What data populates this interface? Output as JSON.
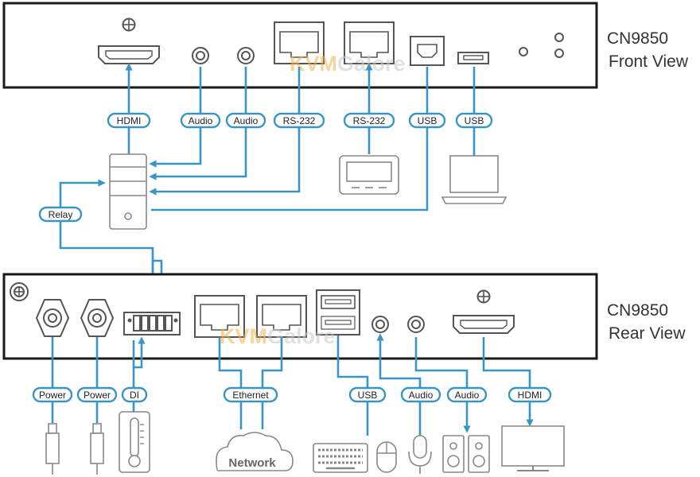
{
  "front": {
    "model": "CN9850",
    "view": "Front View",
    "labels": {
      "hdmi": "HDMI",
      "audio1": "Audio",
      "audio2": "Audio",
      "rs232_1": "RS-232",
      "rs232_2": "RS-232",
      "usb1": "USB",
      "usb2": "USB",
      "relay": "Relay"
    }
  },
  "rear": {
    "model": "CN9850",
    "view": "Rear View",
    "labels": {
      "power1": "Power",
      "power2": "Power",
      "di": "DI",
      "ethernet": "Ethernet",
      "usb": "USB",
      "audio1": "Audio",
      "audio2": "Audio",
      "hdmi": "HDMI"
    },
    "network": "Network"
  },
  "watermark": {
    "kvm": "KVM",
    "galore": "Galore"
  },
  "colors": {
    "link": "#3b95c4",
    "box_border": "#1a1a1a",
    "device": "#555555",
    "watermark": "#f3b04a"
  }
}
